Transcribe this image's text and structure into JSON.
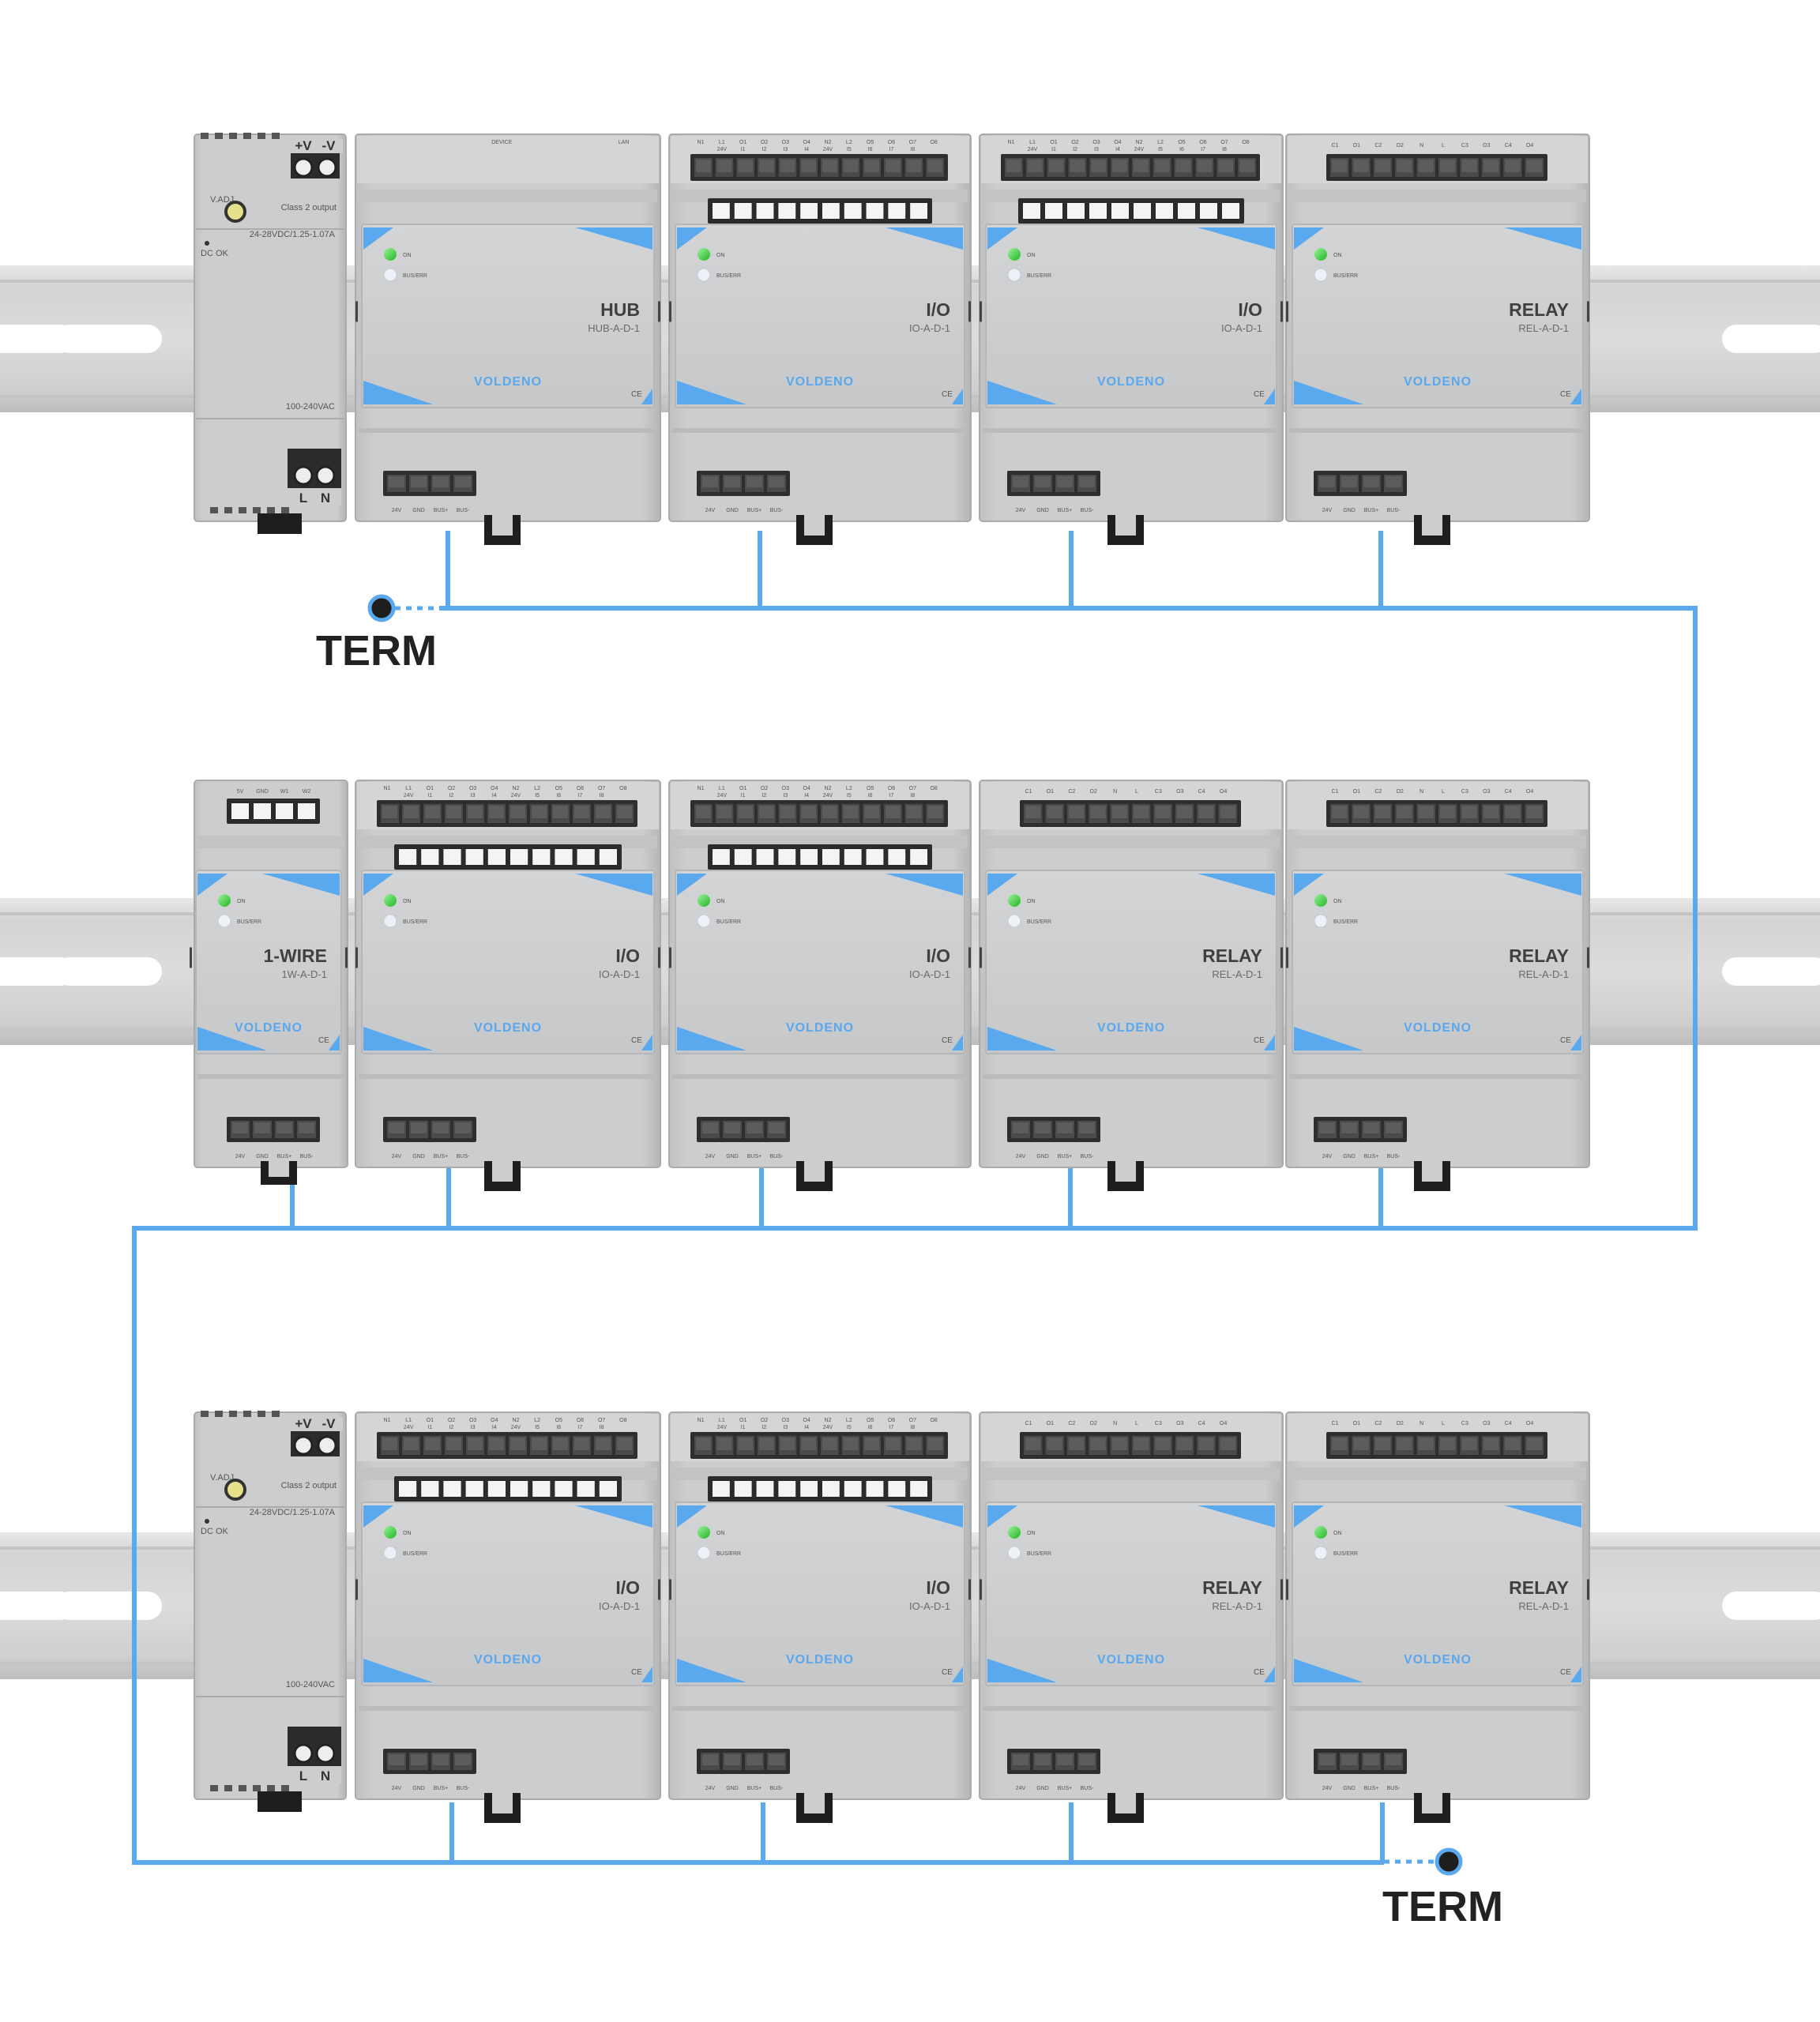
{
  "terminators": [
    {
      "label": "TERM"
    },
    {
      "label": "TERM"
    }
  ],
  "brand": "VOLDENO",
  "led_labels": {
    "on": "ON",
    "bus": "BUS/ERR"
  },
  "io_top_labels": {
    "row1": [
      "N1",
      "L1",
      "O1",
      "O2",
      "O3",
      "O4",
      "N2",
      "L2",
      "O5",
      "O6",
      "O7",
      "O8"
    ],
    "row2": [
      "",
      "24V",
      "I1",
      "I2",
      "I3",
      "I4",
      "24V",
      "I5",
      "I6",
      "I7",
      "I8",
      ""
    ]
  },
  "relay_top_labels": [
    "C1",
    "O1",
    "C2",
    "O2",
    "N",
    "L",
    "C3",
    "O3",
    "C4",
    "O4"
  ],
  "hub_top_labels": {
    "left": "DEVICE",
    "right": "LAN"
  },
  "bus_labels": [
    "24V",
    "GND",
    "BUS+",
    "BUS-"
  ],
  "onewire_top_labels": [
    "5V",
    "GND",
    "W1",
    "W2"
  ],
  "psu": {
    "plus": "+V",
    "minus": "-V",
    "vadj": "V.ADJ",
    "class2": "Class 2 output",
    "rating": "24-28VDC/1.25-1.07A",
    "dc_ok": "DC OK",
    "input": "100-240VAC",
    "l": "L",
    "n": "N"
  },
  "rails": [
    {
      "modules": [
        {
          "kind": "psu"
        },
        {
          "kind": "hub",
          "title": "HUB",
          "code": "HUB-A-D-1"
        },
        {
          "kind": "io",
          "title": "I/O",
          "code": "IO-A-D-1"
        },
        {
          "kind": "io",
          "title": "I/O",
          "code": "IO-A-D-1"
        },
        {
          "kind": "relay",
          "title": "RELAY",
          "code": "REL-A-D-1"
        }
      ]
    },
    {
      "modules": [
        {
          "kind": "onewire",
          "title": "1-WIRE",
          "code": "1W-A-D-1"
        },
        {
          "kind": "io",
          "title": "I/O",
          "code": "IO-A-D-1"
        },
        {
          "kind": "io",
          "title": "I/O",
          "code": "IO-A-D-1"
        },
        {
          "kind": "relay",
          "title": "RELAY",
          "code": "REL-A-D-1"
        },
        {
          "kind": "relay",
          "title": "RELAY",
          "code": "REL-A-D-1"
        }
      ]
    },
    {
      "modules": [
        {
          "kind": "psu"
        },
        {
          "kind": "io",
          "title": "I/O",
          "code": "IO-A-D-1"
        },
        {
          "kind": "io",
          "title": "I/O",
          "code": "IO-A-D-1"
        },
        {
          "kind": "relay",
          "title": "RELAY",
          "code": "REL-A-D-1"
        },
        {
          "kind": "relay",
          "title": "RELAY",
          "code": "REL-A-D-1"
        }
      ]
    }
  ],
  "colors": {
    "bus_wire": "#5aa8ee",
    "module_body": "#c9cbcd",
    "module_face": "#cdcfd1",
    "rail": "#d9d9d9",
    "accent": "#5aa8ee",
    "led_on": "#3bd13b"
  }
}
